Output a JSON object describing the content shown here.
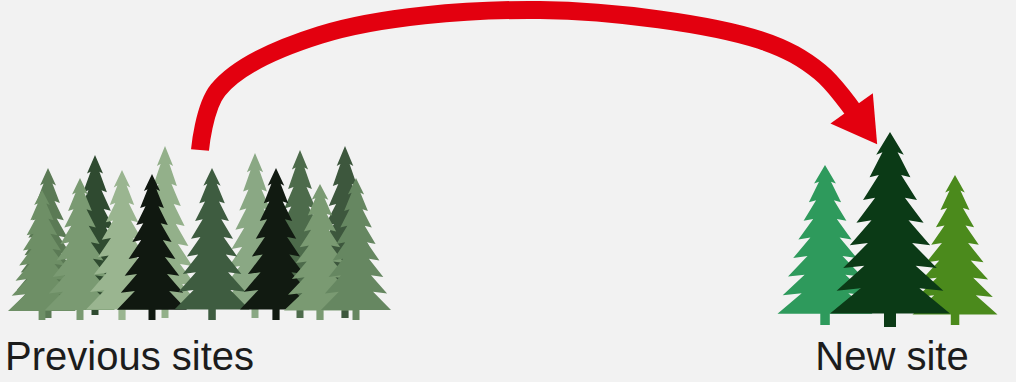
{
  "diagram": {
    "nodes": [
      {
        "text": [
          "Previous sites"
        ]
      },
      {
        "text": [
          "New site"
        ]
      }
    ],
    "edges": [
      {
        "from": 0,
        "to": 1,
        "arrow": "to"
      }
    ]
  }
}
